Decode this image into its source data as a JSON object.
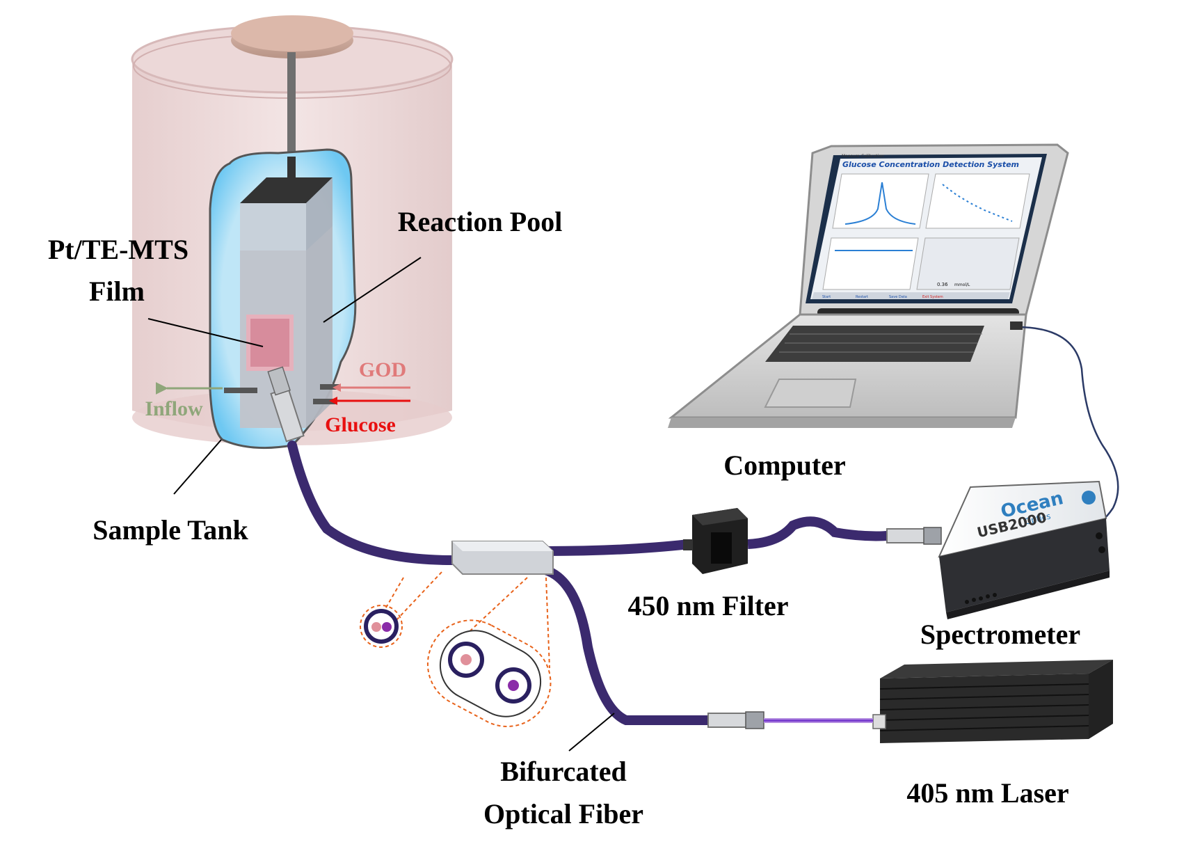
{
  "labels": {
    "pt_film_line1": "Pt/TE-MTS",
    "pt_film_line2": "Film",
    "reaction_pool": "Reaction Pool",
    "god": "GOD",
    "inflow": "Inflow",
    "glucose": "Glucose",
    "sample_tank": "Sample Tank",
    "computer": "Computer",
    "filter": "450 nm Filter",
    "spectrometer": "Spectrometer",
    "fiber_line1": "Bifurcated",
    "fiber_line2": "Optical Fiber",
    "laser": "405 nm Laser"
  },
  "screen": {
    "title": "Glucose Concentration Detection System",
    "tab_1": "Measure",
    "tab_2": "Calibration",
    "readout": "0.36",
    "readout_unit": "mmol/L",
    "btn_1": "Start",
    "btn_2": "Restart",
    "btn_3": "Save Data",
    "btn_4": "Exit System"
  },
  "spectrometer_branding": {
    "brand": "Ocean",
    "brand_sub": "Optics",
    "model": "USB2000"
  },
  "colors": {
    "fiber": "#3b2a6e",
    "tank": "#e8cfcf",
    "water_glow": "#7fd3f5",
    "arrow_inflow": "#8fa67a",
    "arrow_god": "#e07a7a",
    "arrow_glucose": "#e81010",
    "callout": "#e8621a"
  }
}
